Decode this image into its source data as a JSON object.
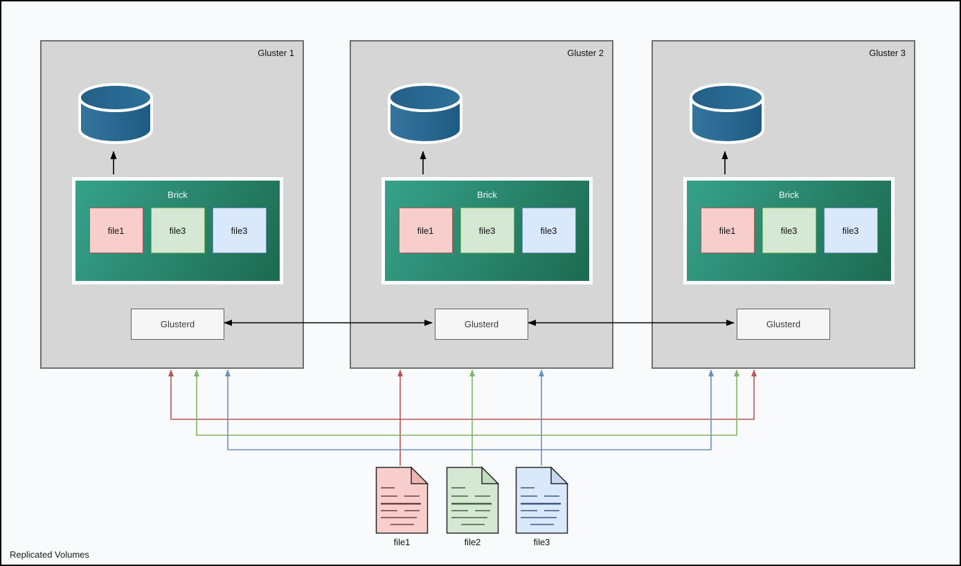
{
  "caption": "Replicated Volumes",
  "clusters": [
    {
      "title": "Gluster 1",
      "brick": {
        "label": "Brick",
        "files": [
          "file1",
          "file3",
          "file3"
        ]
      },
      "glusterd": "Glusterd"
    },
    {
      "title": "Gluster 2",
      "brick": {
        "label": "Brick",
        "files": [
          "file1",
          "file3",
          "file3"
        ]
      },
      "glusterd": "Glusterd"
    },
    {
      "title": "Gluster 3",
      "brick": {
        "label": "Brick",
        "files": [
          "file1",
          "file3",
          "file3"
        ]
      },
      "glusterd": "Glusterd"
    }
  ],
  "source_files": [
    "file1",
    "file2",
    "file3"
  ],
  "icons": {
    "database": "database-cylinder",
    "document": "document-page-with-folded-corner"
  },
  "colors": {
    "canvas_bg": "#f8fafc",
    "cluster_fill": "#d6d6d6",
    "cluster_border": "#6e6e6e",
    "brick_gradient_start": "#36a28a",
    "brick_gradient_end": "#1d6a4f",
    "cylinder_body_start": "#36759d",
    "cylinder_body_end": "#1d5b83",
    "file_red_fill": "#f8cecc",
    "file_red_border": "#b85450",
    "file_green_fill": "#d5e8d4",
    "file_green_border": "#82b366",
    "file_blue_fill": "#dae8fc",
    "file_blue_border": "#6c8ebf",
    "doc_outline": "#262626",
    "doc_fold_red": "#eeb6b3",
    "doc_fold_green": "#c3dcc0",
    "doc_fold_blue": "#c6d9f3",
    "doc_line_red": "#6f3d3b",
    "doc_line_green": "#41603c",
    "doc_line_blue": "#3c557c",
    "arrow_black": "#000000",
    "arrow_red": "#b85450",
    "arrow_green": "#82b366",
    "arrow_blue": "#6c8ebf"
  }
}
